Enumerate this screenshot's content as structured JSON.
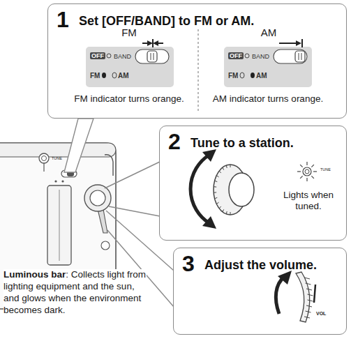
{
  "diagram": {
    "nodes": [
      {
        "text": [
          "1",
          "Set [OFF/BAND] to FM or AM."
        ]
      },
      {
        "text": [
          "OFF",
          "BAND",
          "FM",
          "AM"
        ],
        "in": 0
      },
      {
        "text": [
          "OFF",
          "BAND",
          "FM",
          "AM"
        ],
        "in": 0
      },
      {
        "text": [
          "2",
          "Tune to a station."
        ]
      },
      {
        "text": [
          "3",
          "Adjust the volume."
        ]
      }
    ],
    "labels": [
      "FM",
      "AM",
      "FM indicator turns orange.",
      "AM indicator turns orange.",
      "Lights when tuned.",
      "TUNE",
      "VOL",
      "TUNE",
      "Luminous bar",
      ": Collects light from lighting equipment and the sun, and glows when the environment becomes dark."
    ]
  }
}
